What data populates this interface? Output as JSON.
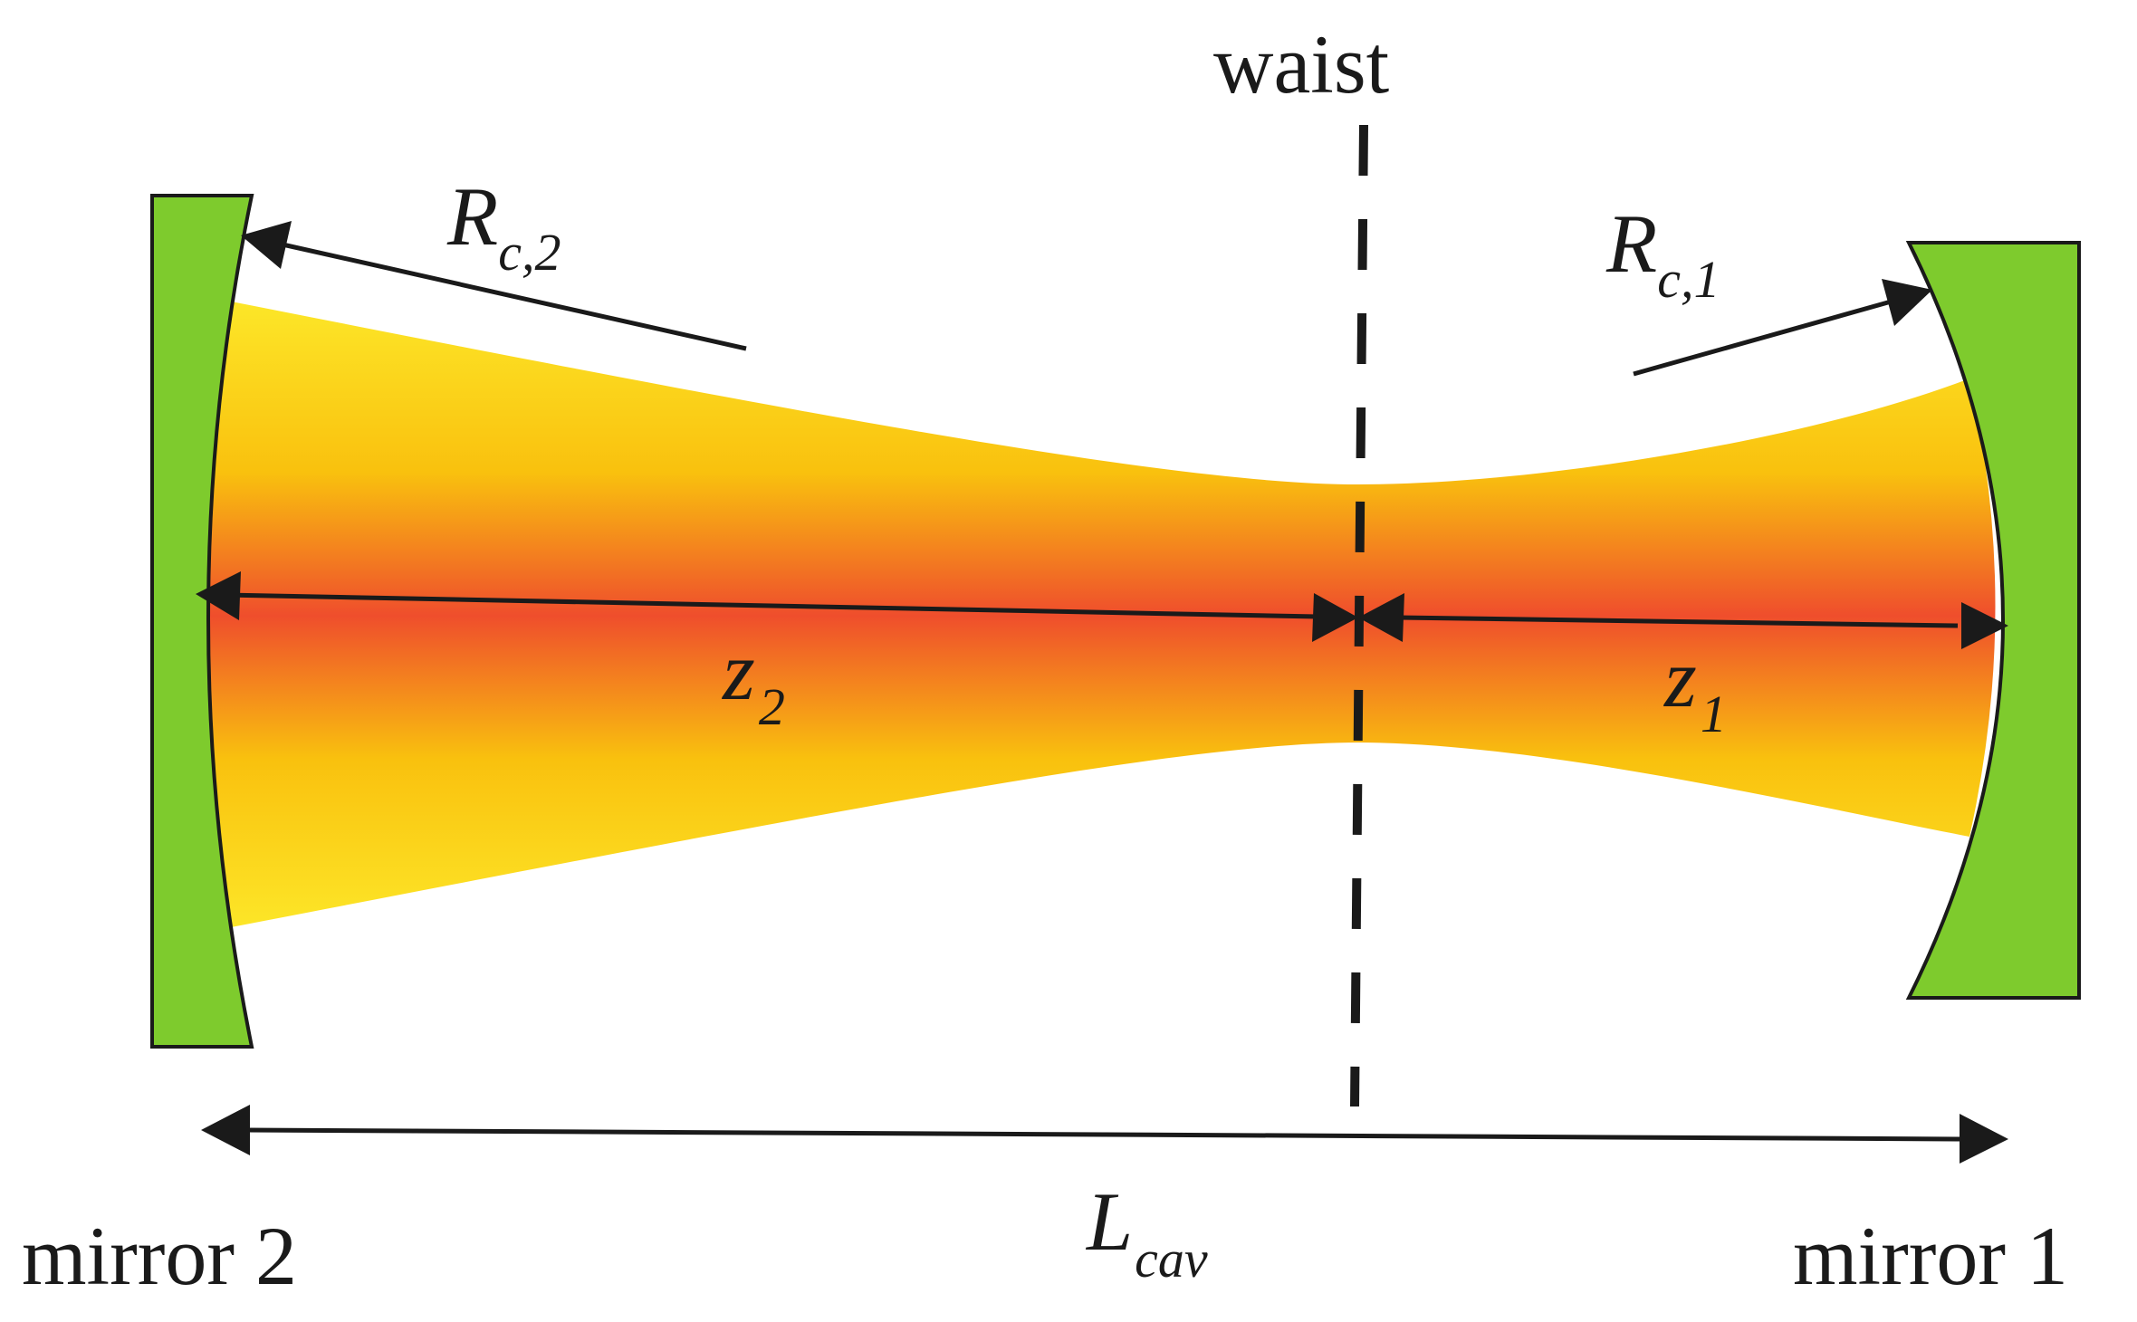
{
  "labels": {
    "waist": "waist",
    "mirror_left": "mirror 2",
    "mirror_right": "mirror 1",
    "rc2_main": "R",
    "rc2_sub": "c,2",
    "rc1_main": "R",
    "rc1_sub": "c,1",
    "z2_main": "z",
    "z2_sub": "2",
    "z1_main": "z",
    "z1_sub": "1",
    "lcav_main": "L",
    "lcav_sub": "cav"
  },
  "colors": {
    "mirror_fill": "#7ecb2d",
    "outline": "#1a1a1a",
    "beam_edge": "#fde92a",
    "beam_mid": "#f9c10e",
    "beam_core": "#ef4e2c"
  }
}
